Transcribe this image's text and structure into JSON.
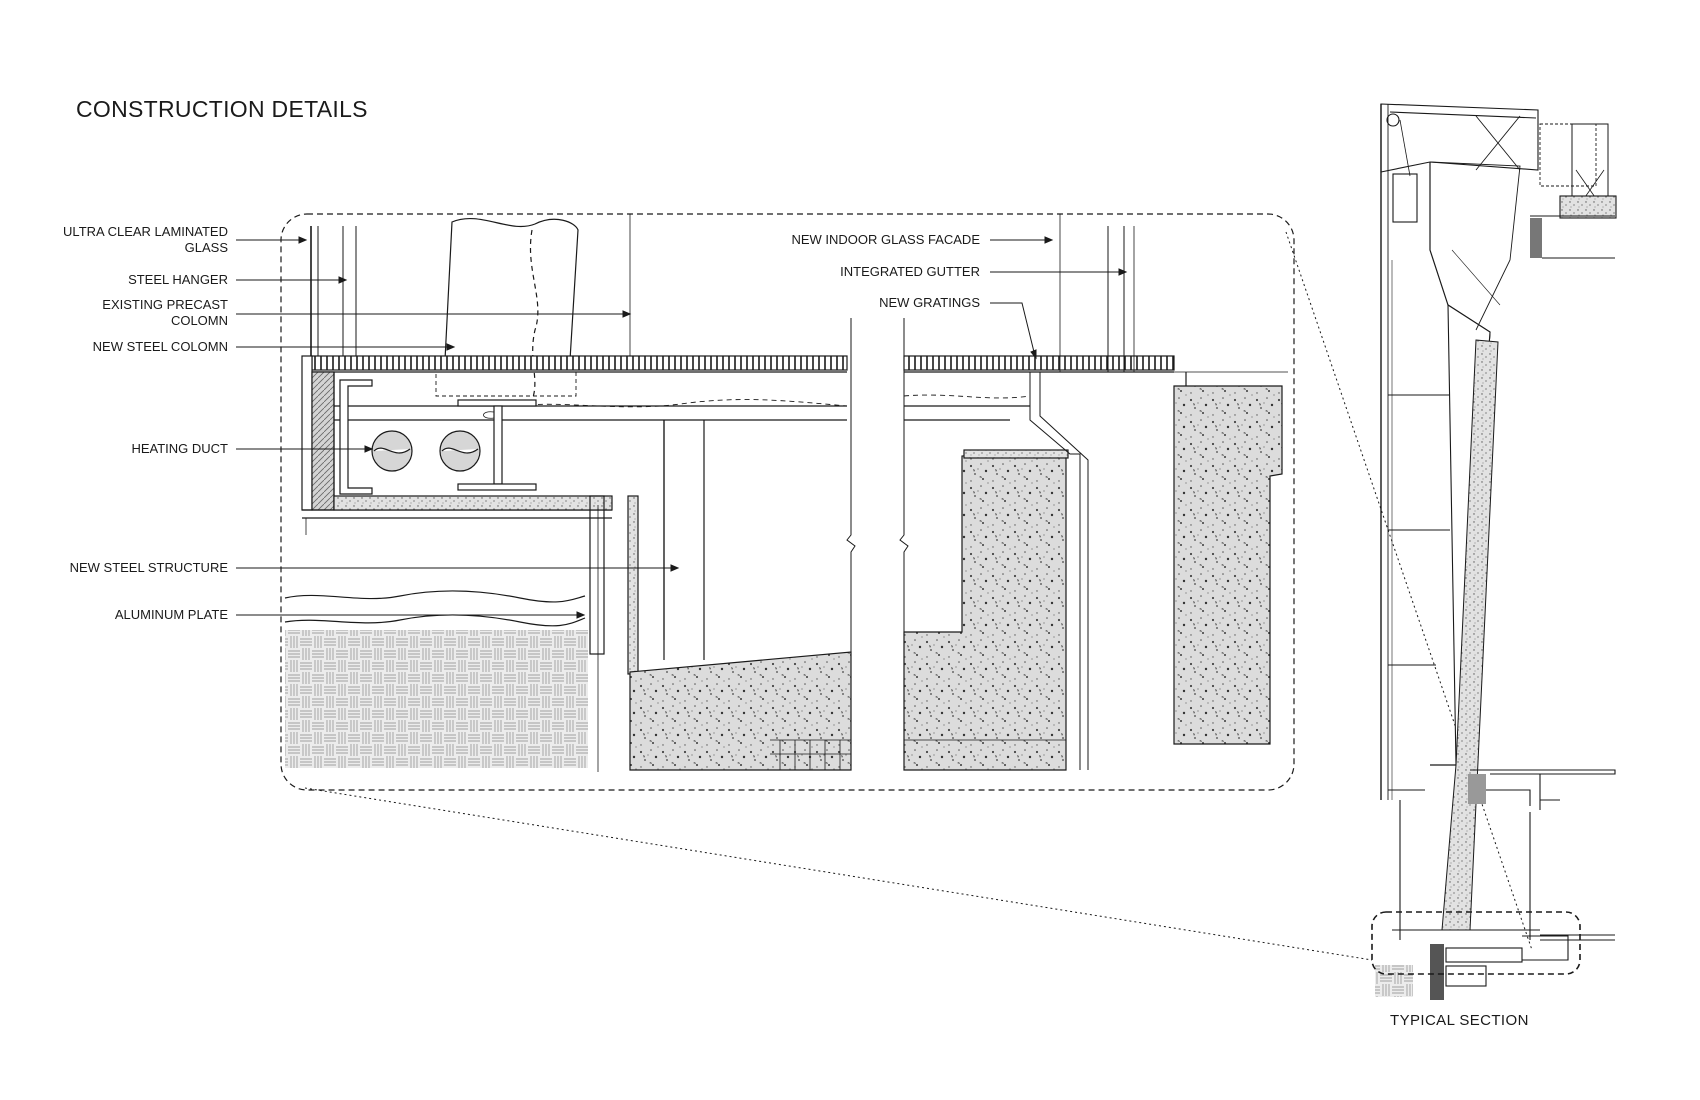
{
  "title": "CONSTRUCTION DETAILS",
  "caption": "TYPICAL SECTION",
  "labels": {
    "ultra_clear_glass": "ULTRA CLEAR LAMINATED GLASS",
    "ultra_clear_glass_l1": "ULTRA CLEAR LAMINATED",
    "ultra_clear_glass_l2": "GLASS",
    "steel_hanger": "STEEL HANGER",
    "existing_precast_l1": "EXISTING PRECAST",
    "existing_precast_l2": "COLOMN",
    "new_steel_colomn": "NEW STEEL COLOMN",
    "heating_duct": "HEATING DUCT",
    "new_steel_structure": "NEW STEEL STRUCTURE",
    "aluminum_plate": "ALUMINUM PLATE",
    "new_indoor_glass_facade": "NEW INDOOR GLASS FACADE",
    "integrated_gutter": "INTEGRATED GUTTER",
    "new_gratings": "NEW GRATINGS"
  },
  "colors": {
    "line": "#1a1a1a",
    "concrete_fill": "#d9d9d9",
    "paving_fill": "#e6e6e6",
    "insulation_fill": "#cfcfcf"
  }
}
